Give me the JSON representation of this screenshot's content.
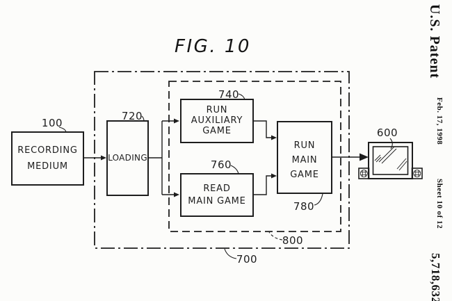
{
  "page": {
    "background": "#fcfcfa",
    "ink": "#1d1d1d"
  },
  "header": {
    "patent_title": "U.S. Patent",
    "date": "Feb. 17, 1998",
    "sheet": "Sheet 10 of 12",
    "patent_number": "5,718,632"
  },
  "figure": {
    "title": "FIG. 10",
    "blocks": [
      {
        "id": "recording-medium",
        "ref": "100",
        "lines": [
          "RECORDING",
          "MEDIUM"
        ]
      },
      {
        "id": "loading",
        "ref": "720",
        "lines": [
          "LOADING"
        ]
      },
      {
        "id": "run-auxiliary-game",
        "ref": "740",
        "lines": [
          "RUN",
          "AUXILIARY",
          "GAME"
        ]
      },
      {
        "id": "read-main-game",
        "ref": "760",
        "lines": [
          "READ",
          "MAIN GAME"
        ]
      },
      {
        "id": "run-main-game",
        "ref": "780",
        "lines": [
          "RUN",
          "MAIN",
          "GAME"
        ]
      }
    ],
    "containers": [
      {
        "id": "outer-boundary",
        "ref": "700",
        "style": "dash-dot"
      },
      {
        "id": "inner-boundary",
        "ref": "800",
        "style": "dashed"
      }
    ],
    "display": {
      "id": "monitor",
      "ref": "600"
    }
  }
}
